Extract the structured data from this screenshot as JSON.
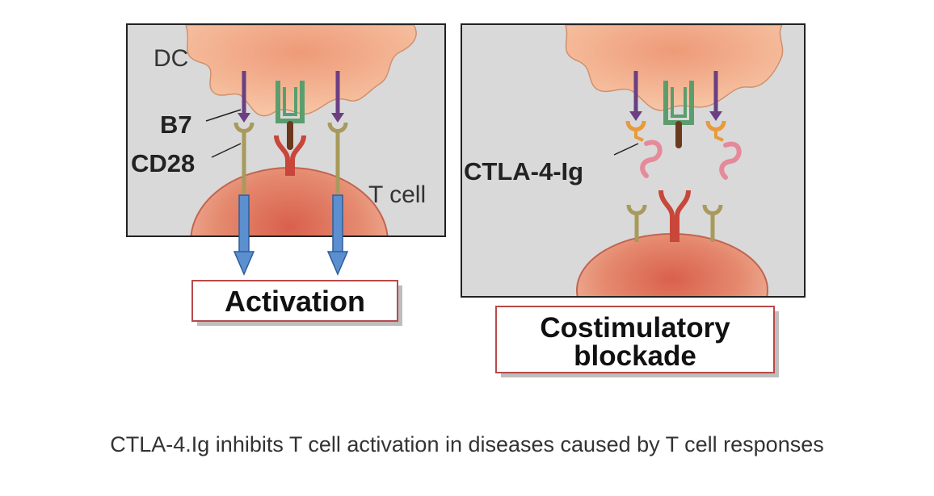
{
  "left_panel": {
    "dc_label": "DC",
    "b7_label": "B7",
    "cd28_label": "CD28",
    "tcell_label": "T cell",
    "outcome_label": "Activation"
  },
  "right_panel": {
    "ctla4_label": "CTLA-4-Ig",
    "outcome_line1": "Costimulatory",
    "outcome_line2": "blockade"
  },
  "caption": "CTLA-4.Ig inhibits T cell activation in diseases caused by T cell responses",
  "colors": {
    "panel_bg": "#d9d9d9",
    "dc": "#f2b38c",
    "t_cell": "#e58a6f",
    "b7": "#6b3f82",
    "cd28": "#a89a5c",
    "mhc": "#5a9e6e",
    "tcr": "#c8463a",
    "peptide": "#6b3a1e",
    "ctla4_ig": "#e58a9a",
    "arrow": "#5b8fd0",
    "box_border": "#b84a4a"
  }
}
